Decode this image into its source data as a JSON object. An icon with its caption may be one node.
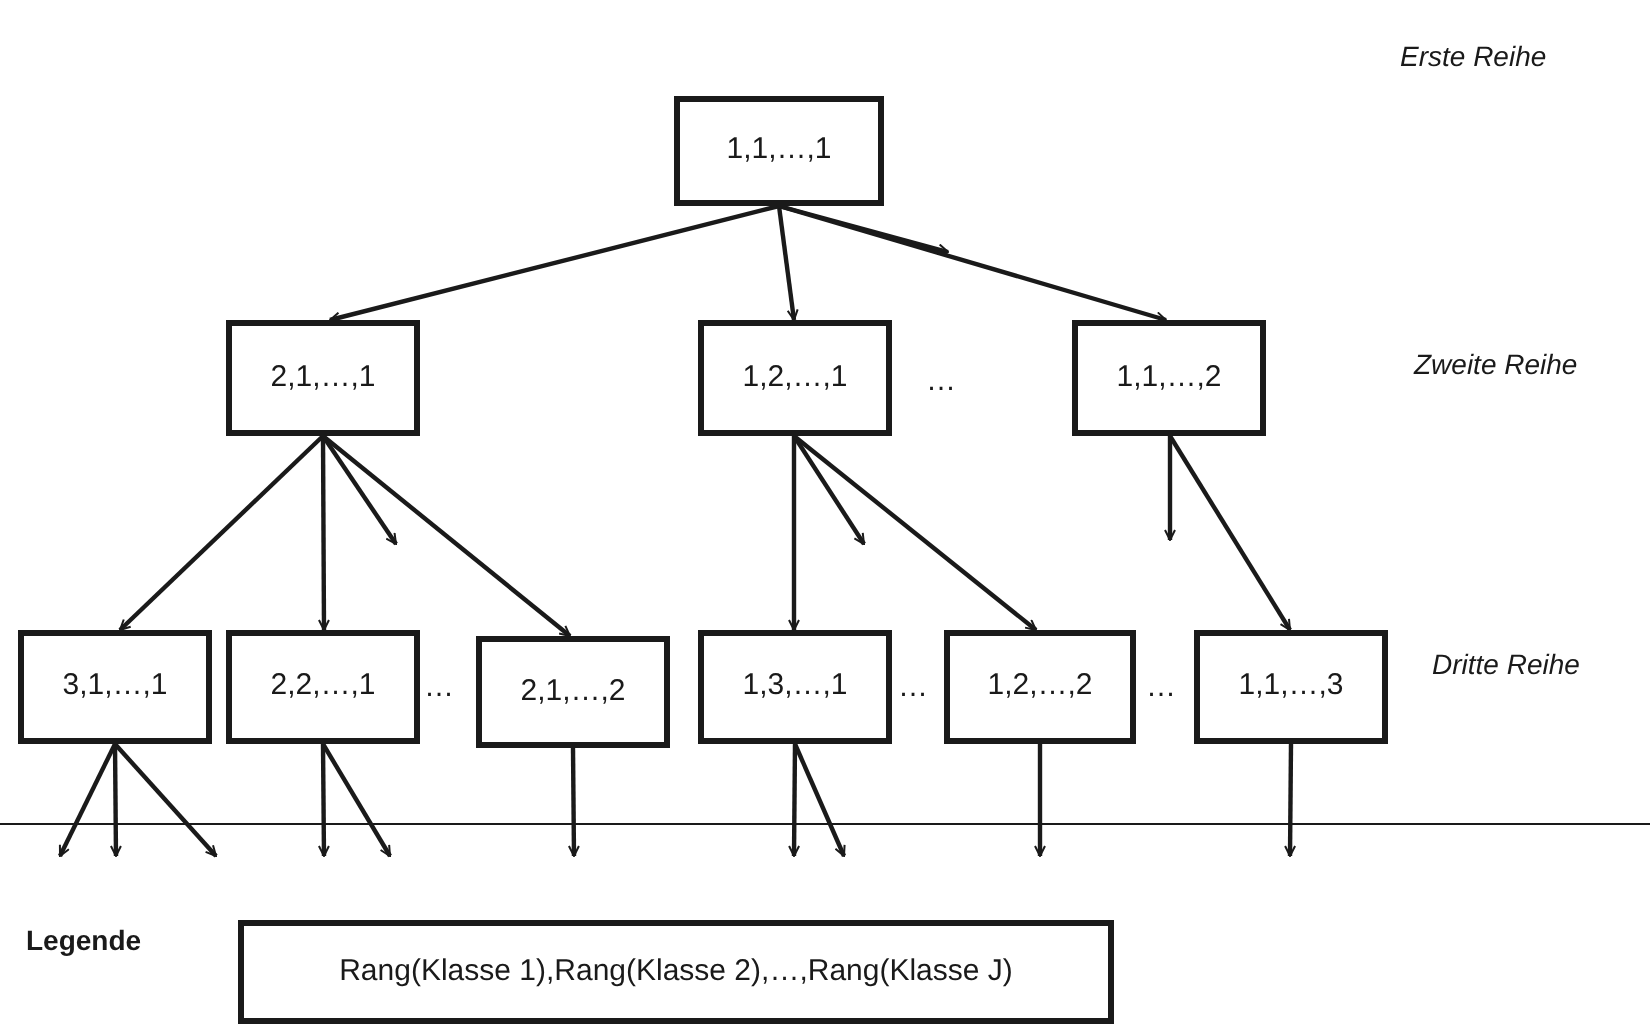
{
  "diagram": {
    "nodes": [
      {
        "text": [
          "1,1,…,1"
        ]
      },
      {
        "text": [
          "2,1,…,1"
        ]
      },
      {
        "text": [
          "1,2,…,1"
        ]
      },
      {
        "text": [
          "1,1,…,2"
        ]
      },
      {
        "text": [
          "3,1,…,1"
        ]
      },
      {
        "text": [
          "2,2,…,1"
        ]
      },
      {
        "text": [
          "2,1,…,2"
        ]
      },
      {
        "text": [
          "1,3,…,1"
        ]
      },
      {
        "text": [
          "1,2,…,2"
        ]
      },
      {
        "text": [
          "1,1,…,3"
        ]
      },
      {
        "text": [
          "Rang(Klasse 1),Rang(Klasse 2),…,Rang(Klasse J)"
        ]
      }
    ],
    "edges": [
      {
        "from": 0,
        "to": 1,
        "arrow": "to"
      },
      {
        "from": 0,
        "to": 2,
        "arrow": "to"
      },
      {
        "from": 0,
        "to": null,
        "arrow": "to"
      },
      {
        "from": 0,
        "to": 3,
        "arrow": "to"
      },
      {
        "from": 1,
        "to": 4,
        "arrow": "to"
      },
      {
        "from": 1,
        "to": 5,
        "arrow": "to"
      },
      {
        "from": 1,
        "to": null,
        "arrow": "to"
      },
      {
        "from": 1,
        "to": 6,
        "arrow": "to"
      },
      {
        "from": 2,
        "to": 7,
        "arrow": "to"
      },
      {
        "from": 2,
        "to": null,
        "arrow": "to"
      },
      {
        "from": 2,
        "to": 8,
        "arrow": "to"
      },
      {
        "from": 3,
        "to": null,
        "arrow": "to"
      },
      {
        "from": 3,
        "to": 9,
        "arrow": "to"
      },
      {
        "from": 4,
        "to": null,
        "arrow": "to"
      },
      {
        "from": 4,
        "to": null,
        "arrow": "to"
      },
      {
        "from": 4,
        "to": null,
        "arrow": "to"
      },
      {
        "from": 5,
        "to": null,
        "arrow": "to"
      },
      {
        "from": 5,
        "to": null,
        "arrow": "to"
      },
      {
        "from": 6,
        "to": null,
        "arrow": "to"
      },
      {
        "from": 7,
        "to": null,
        "arrow": "to"
      },
      {
        "from": 7,
        "to": null,
        "arrow": "to"
      },
      {
        "from": 8,
        "to": null,
        "arrow": "to"
      },
      {
        "from": 9,
        "to": null,
        "arrow": "to"
      }
    ],
    "labels": [
      "Erste Reihe",
      "…",
      "Zweite Reihe",
      "…",
      "…",
      "…",
      "Dritte Reihe",
      "Legende"
    ]
  }
}
